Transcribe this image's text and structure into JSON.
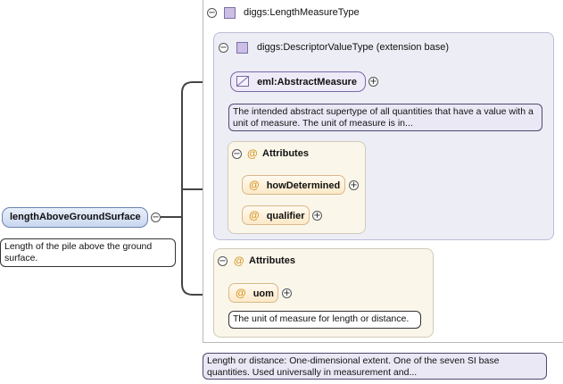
{
  "root_element": {
    "name": "lengthAboveGroundSurface",
    "doc": "Length of the pile above the ground surface."
  },
  "type": {
    "name": "diggs:LengthMeasureType",
    "doc": "Length or distance: One-dimensional extent. One of the seven SI base quantities. Used universally in measurement and..."
  },
  "extension": {
    "name": "diggs:DescriptorValueType (extension base)",
    "abstract_element": {
      "name": "eml:AbstractMeasure",
      "doc": "The intended abstract supertype of all quantities that have a value with a unit of measure. The unit of measure is in..."
    },
    "attributes": {
      "label": "Attributes",
      "items": [
        "howDetermined",
        "qualifier"
      ]
    }
  },
  "own_attributes": {
    "label": "Attributes",
    "items": [
      {
        "name": "uom",
        "doc": "The unit of measure for length or distance."
      }
    ]
  },
  "symbols": {
    "collapse": "−",
    "expand": "+",
    "attribute": "@"
  },
  "colors": {
    "element": "#c9d6ee",
    "type_icon": "#cbbfe6",
    "attributes_bg": "#fbf6ea",
    "extension_bg": "#ededf6"
  }
}
